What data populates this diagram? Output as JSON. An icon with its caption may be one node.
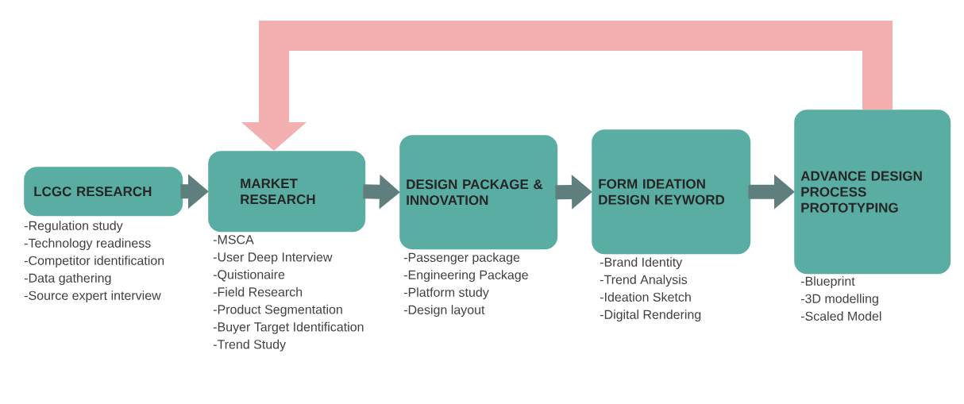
{
  "diagram": {
    "nodes": [
      {
        "text": [
          "LCGC RESEARCH"
        ],
        "beside": [
          "-Regulation study",
          "-Technology readiness",
          "-Competitor identification",
          "-Data gathering",
          "-Source expert interview"
        ]
      },
      {
        "text": [
          "MARKET RESEARCH"
        ],
        "beside": [
          "-MSCA",
          "-User Deep Interview",
          "-Quistionaire",
          "-Field Research",
          "-Product Segmentation",
          "-Buyer Target Identification",
          "-Trend Study"
        ]
      },
      {
        "text": [
          "DESIGN PACKAGE & INNOVATION"
        ],
        "beside": [
          "-Passenger package",
          "-Engineering Package",
          "-Platform study",
          "-Design layout"
        ]
      },
      {
        "text": [
          "FORM IDEATION DESIGN KEYWORD"
        ],
        "beside": [
          "-Brand Identity",
          "-Trend Analysis",
          "-Ideation Sketch",
          "-Digital Rendering"
        ]
      },
      {
        "text": [
          "ADVANCE DESIGN PROCESS PROTOTYPING"
        ],
        "beside": [
          "-Blueprint",
          "-3D modelling",
          "-Scaled Model"
        ]
      }
    ],
    "edges": [
      {
        "from": 0,
        "to": 1,
        "arrow": "to"
      },
      {
        "from": 1,
        "to": 2,
        "arrow": "to"
      },
      {
        "from": 2,
        "to": 3,
        "arrow": "to"
      },
      {
        "from": 3,
        "to": 4,
        "arrow": "to"
      },
      {
        "from": 4,
        "to": 1,
        "arrow": "to",
        "style": "thick",
        "color": "#f4b0b0"
      }
    ]
  }
}
